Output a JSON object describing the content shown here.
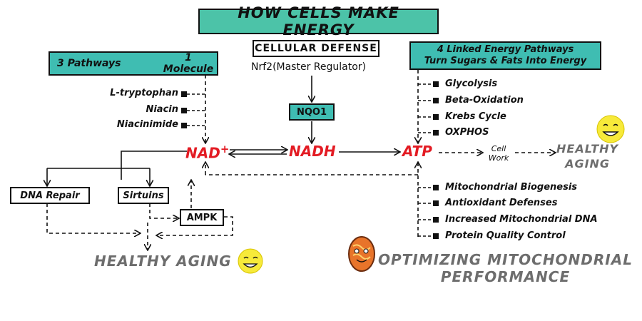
{
  "title": "HOW CELLS MAKE ENERGY",
  "left_header": {
    "part1": "3 Pathways",
    "part2": "1 Molecule"
  },
  "center_header": {
    "title": "CELLULAR DEFENSE",
    "subtitle": "Nrf2(Master Regulator)"
  },
  "right_header": {
    "line1": "4 Linked Energy Pathways",
    "line2": "Turn Sugars & Fats Into Energy"
  },
  "precursors": [
    "L-tryptophan",
    "Niacin",
    "Niacinimide"
  ],
  "nqo1": "NQO1",
  "molecules": {
    "nad": "NAD",
    "nad_sup": "+",
    "nadh": "NADH",
    "atp": "ATP"
  },
  "cell_work": {
    "line1": "Cell",
    "line2": "Work"
  },
  "healthy_aging_right": {
    "line1": "HEALTHY",
    "line2": "AGING"
  },
  "energy_pathways": [
    "Glycolysis",
    "Beta-Oxidation",
    "Krebs Cycle",
    "OXPHOS"
  ],
  "mito_benefits": [
    "Mitochondrial Biogenesis",
    "Antioxidant Defenses",
    "Increased Mitochondrial DNA",
    "Protein Quality Control"
  ],
  "nad_targets": {
    "dna_repair": "DNA Repair",
    "sirtuins": "Sirtuins",
    "ampk": "AMPK"
  },
  "healthy_aging_bottom": "HEALTHY AGING",
  "mito_performance": {
    "line1": "OPTIMIZING MITOCHONDRIAL",
    "line2": "PERFORMANCE"
  },
  "colors": {
    "teal": "#3fbdb2",
    "red": "#e31b23",
    "grey": "#6d6d6d",
    "smiley": "#f7ea3a",
    "mito": "#e8742a"
  },
  "icons": [
    "smiley-icon",
    "mitochondrion-icon",
    "red-arrow-icon"
  ]
}
